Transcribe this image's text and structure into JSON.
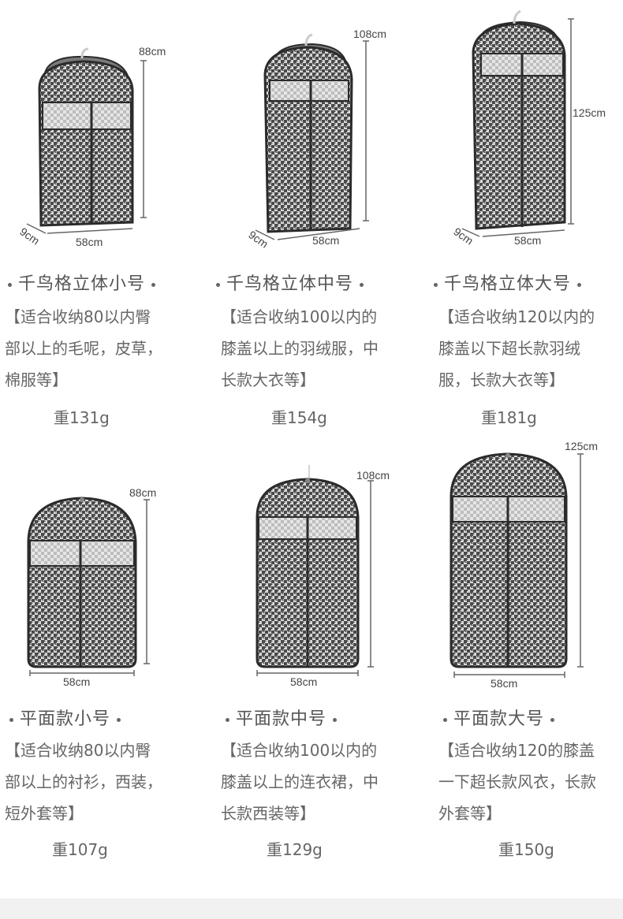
{
  "products": [
    {
      "title": "千鸟格立体小号",
      "desc_lines": [
        "【适合收纳80以内臀",
        "部以上的毛呢，皮草，",
        "棉服等】"
      ],
      "weight": "重131g",
      "dims": {
        "height": "88cm",
        "width": "58cm",
        "depth": "9cm"
      }
    },
    {
      "title": "千鸟格立体中号",
      "desc_lines": [
        "【适合收纳100以内的",
        "膝盖以上的羽绒服，中",
        "长款大衣等】"
      ],
      "weight": "重154g",
      "dims": {
        "height": "108cm",
        "width": "58cm",
        "depth": "9cm"
      }
    },
    {
      "title": "千鸟格立体大号",
      "desc_lines": [
        "【适合收纳120以内的",
        "膝盖以下超长款羽绒",
        "服，长款大衣等】"
      ],
      "weight": "重181g",
      "dims": {
        "height": "125cm",
        "width": "58cm",
        "depth": "9cm"
      }
    },
    {
      "title": "平面款小号",
      "desc_lines": [
        "【适合收纳80以内臀",
        "部以上的衬衫，西装，",
        "短外套等】"
      ],
      "weight": "重107g",
      "dims": {
        "height": "88cm",
        "width": "58cm"
      }
    },
    {
      "title": "平面款中号",
      "desc_lines": [
        "【适合收纳100以内的",
        "膝盖以上的连衣裙，中",
        "长款西装等】"
      ],
      "weight": "重129g",
      "dims": {
        "height": "108cm",
        "width": "58cm"
      }
    },
    {
      "title": "平面款大号",
      "desc_lines": [
        "【适合收纳120的膝盖",
        "一下超长款风衣，长款",
        "外套等】"
      ],
      "weight": "重150g",
      "dims": {
        "height": "125cm",
        "width": "58cm"
      }
    }
  ],
  "colors": {
    "border": "#2b2b2b",
    "pattern_dark": "#4a4a4a",
    "pattern_light": "#d9d9d9",
    "window": "#e8e8e8"
  }
}
